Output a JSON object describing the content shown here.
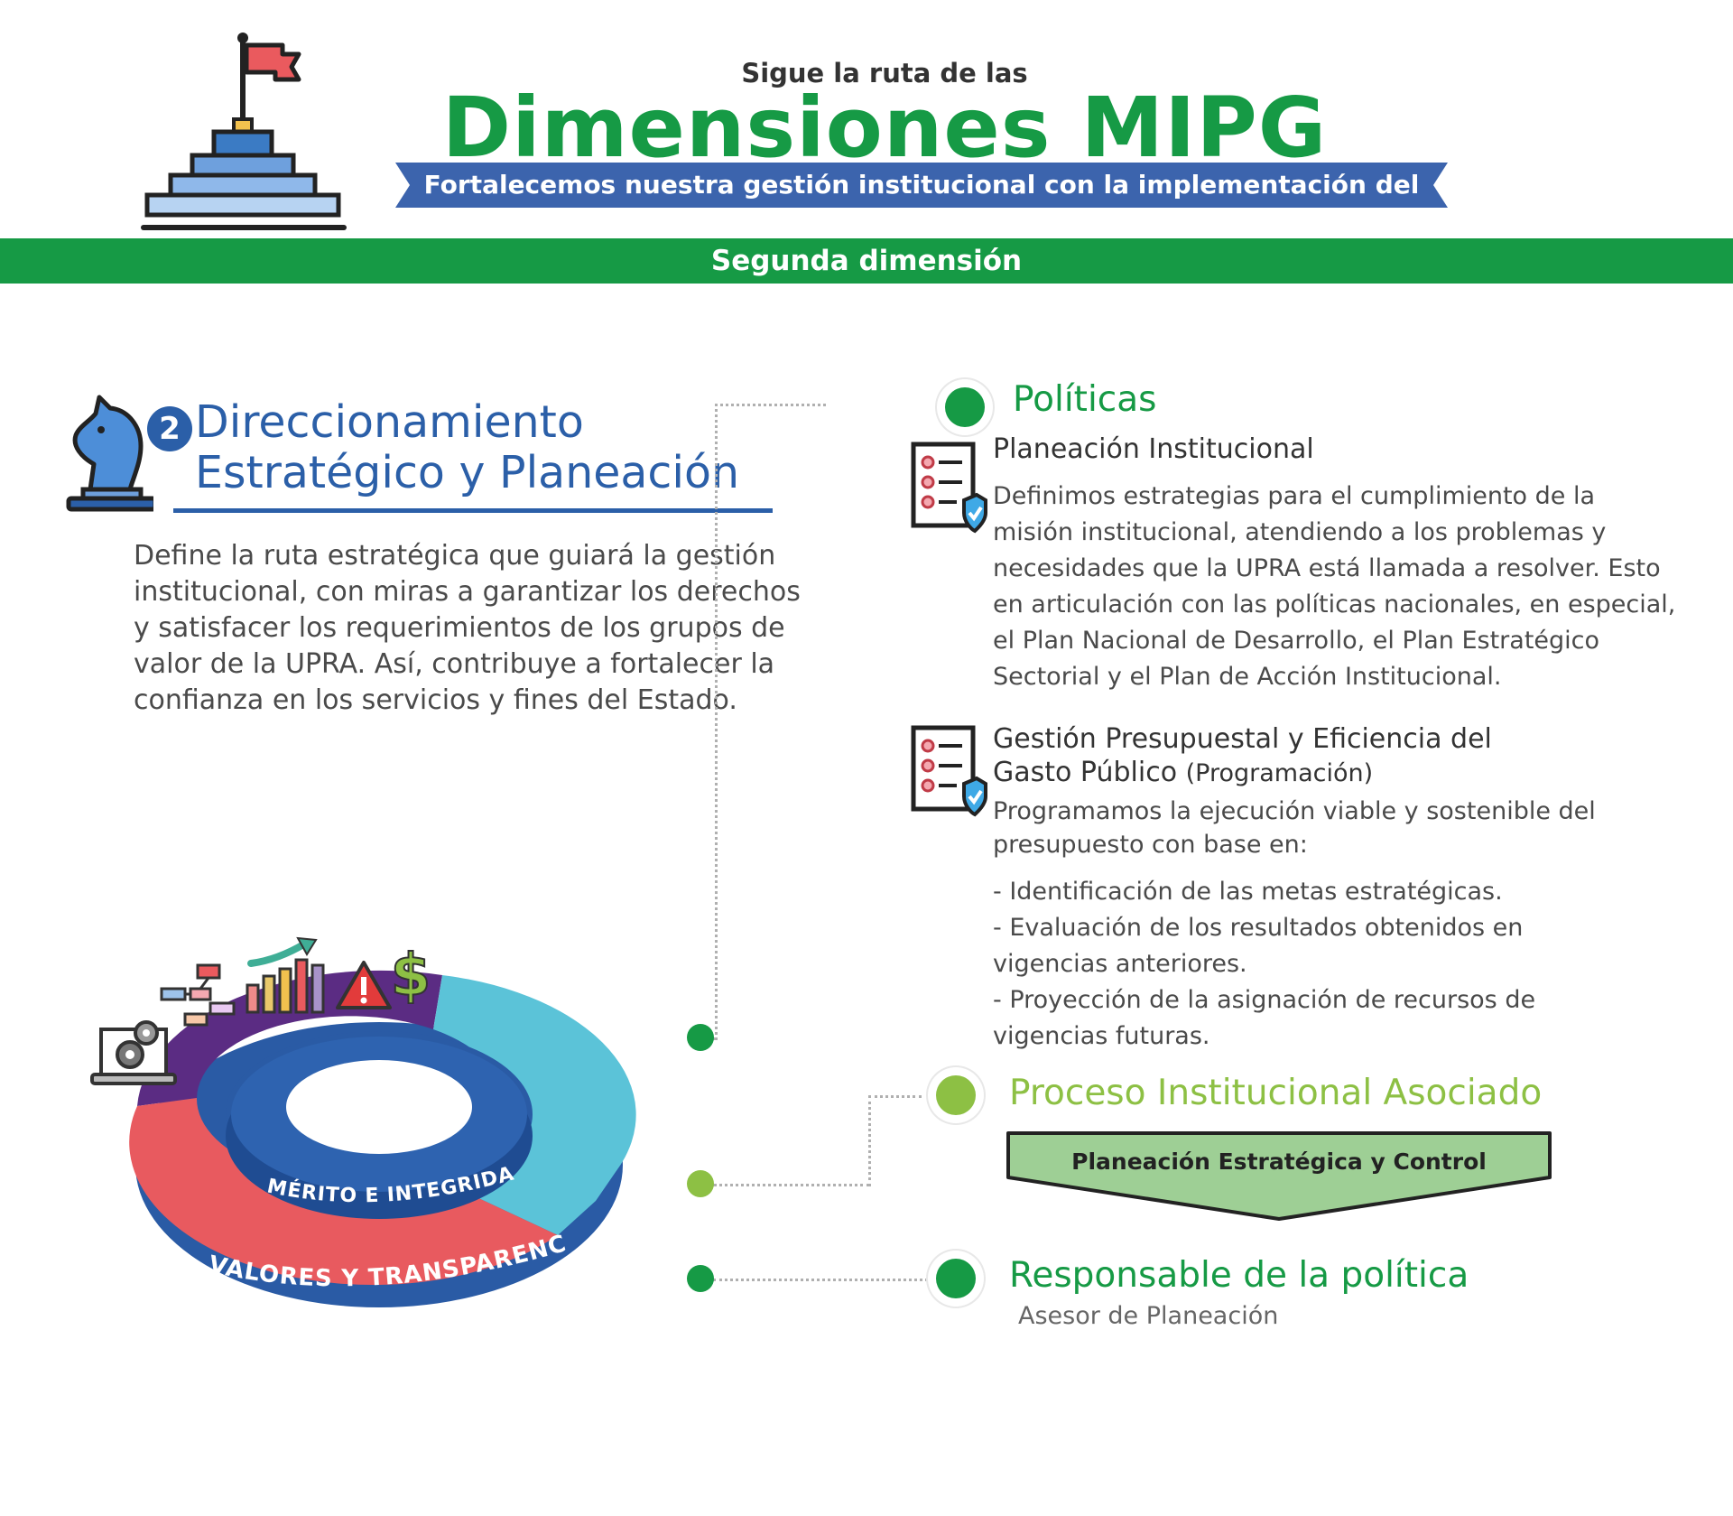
{
  "header": {
    "kicker": "Sigue la ruta de las",
    "title": "Dimensiones MIPG",
    "banner": "Fortalecemos nuestra gestión institucional con la implementación del MIPG",
    "section_bar": "Segunda dimensión"
  },
  "dimension": {
    "number": "2",
    "title_line1": "Direccionamiento",
    "title_line2": "Estratégico y Planeación",
    "description": "Define la ruta estratégica que guiará la gestión institucional, con miras a garantizar los derechos y satisfacer los requerimientos de los grupos de valor de la UPRA. Así, contribuye a fortalecer la confianza en los servicios y fines del Estado."
  },
  "donut": {
    "inner_label": "MÉRITO E INTEGRIDAD",
    "outer_label": "VALORES Y TRANSPARENCIA"
  },
  "politicas": {
    "heading": "Políticas",
    "items": [
      {
        "title": "Planeación Institucional",
        "text": "Definimos estrategias para el cumplimiento de la misión institucional, atendiendo a los problemas y necesidades que la UPRA está llamada a resolver. Esto en articulación con las políticas nacionales, en especial, el Plan Nacional de Desarrollo, el Plan Estratégico Sectorial y el Plan de Acción Institucional."
      },
      {
        "title_line1": "Gestión Presupuestal y Eficiencia del",
        "title_line2": "Gasto Público",
        "title_suffix": "(Programación)",
        "text": "Programamos la ejecución viable y sostenible del presupuesto con base en:",
        "bullets": [
          "- Identificación de las metas estratégicas.",
          "- Evaluación de los resultados obtenidos en vigencias anteriores.",
          "- Proyección de la asignación de recursos de vigencias futuras."
        ]
      }
    ]
  },
  "proceso": {
    "heading": "Proceso Institucional Asociado",
    "box": "Planeación Estratégica y Control"
  },
  "responsable": {
    "heading": "Responsable de la política",
    "name": "Asesor de Planeación"
  },
  "colors": {
    "green": "#169a45",
    "light_green": "#8dc044",
    "blue": "#2b5fa8",
    "red": "#e85a5f",
    "cyan": "#5bc3d8",
    "purple": "#5b2c83"
  }
}
